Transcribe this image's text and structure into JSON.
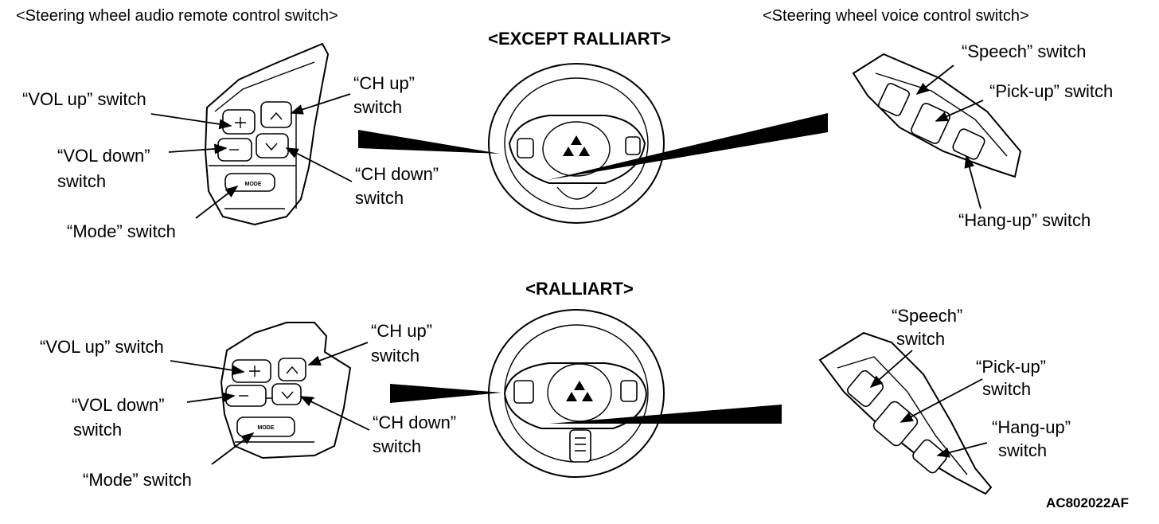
{
  "headers": {
    "audio_switch": "<Steering wheel audio remote control switch>",
    "voice_switch": "<Steering wheel voice control switch>"
  },
  "sections": {
    "except_ralliart": "<EXCEPT RALLIART>",
    "ralliart": "<RALLIART>"
  },
  "top_labels": {
    "vol_up": "“VOL up” switch",
    "vol_down_1": "“VOL down”",
    "vol_down_2": "switch",
    "ch_up_1": "“CH up”",
    "ch_up_2": "switch",
    "ch_down_1": "“CH down”",
    "ch_down_2": "switch",
    "mode": "“Mode” switch",
    "speech": "“Speech” switch",
    "pickup": "“Pick-up” switch",
    "hangup": "“Hang-up” switch"
  },
  "bottom_labels": {
    "vol_up": "“VOL up” switch",
    "vol_down_1": "“VOL down”",
    "vol_down_2": "switch",
    "ch_up_1": "“CH up”",
    "ch_up_2": "switch",
    "ch_down_1": "“CH down”",
    "ch_down_2": "switch",
    "mode": "“Mode” switch",
    "speech_1": "“Speech”",
    "speech_2": "switch",
    "pickup_1": "“Pick-up”",
    "pickup_2": "switch",
    "hangup_1": "“Hang-up”",
    "hangup_2": "switch"
  },
  "button_text": {
    "mode_top": "MODE",
    "mode_bottom": "MODE"
  },
  "figure_code": "AC802022AF"
}
